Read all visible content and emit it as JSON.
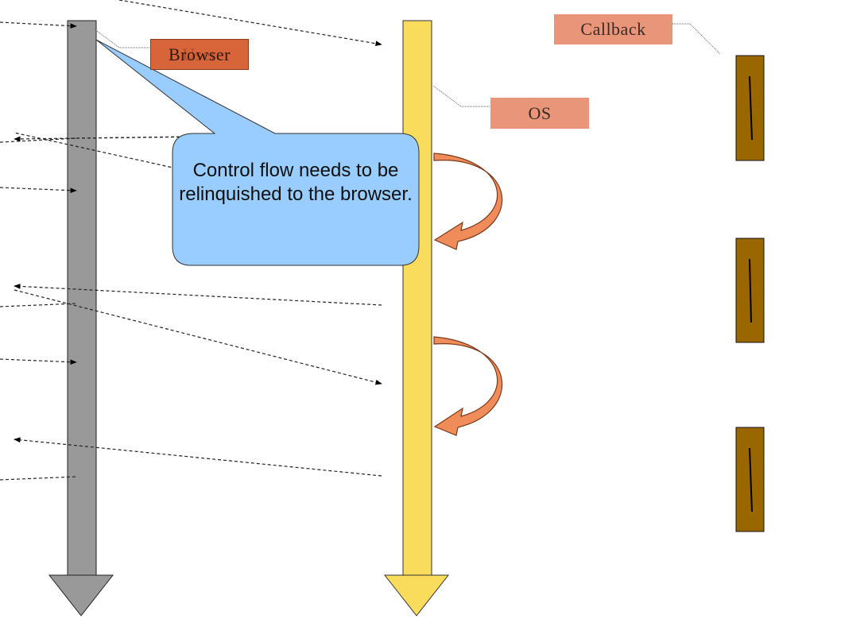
{
  "labels": {
    "callback": "Callback",
    "os": "OS",
    "browser": "Browser",
    "browser_overlap": "User"
  },
  "callout": {
    "text": "Control flow needs to be relinquished to the browser."
  },
  "colors": {
    "browser_timeline": "#999999",
    "os_timeline": "#f9dc5c",
    "callback_block": "#996600",
    "label_fill": "#e8957a",
    "browser_label_fill": "#d8643a",
    "callout_fill": "#99ccff",
    "curved_arrow": "#f08c5a"
  },
  "icons": [
    "dashed-arrow",
    "curved-arrow",
    "timeline-arrow"
  ]
}
